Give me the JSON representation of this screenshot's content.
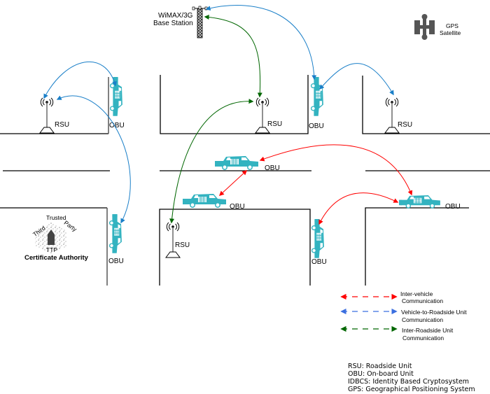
{
  "diagram": {
    "title": "VANET communication architecture",
    "base_station": {
      "line1": "WiMAX/3G",
      "line2": "Base Station"
    },
    "gps": {
      "line1": "GPS",
      "line2": "Satellite"
    },
    "ttp": {
      "arc_words": [
        "Third",
        "Trusted",
        "Party"
      ],
      "abbrev": "TTP",
      "caption": "Certificate Authority"
    },
    "rsu_label": "RSU",
    "obu_label": "OBU",
    "rsus": [
      {
        "id": "rsu-top-left",
        "label": "RSU"
      },
      {
        "id": "rsu-top-center",
        "label": "RSU"
      },
      {
        "id": "rsu-top-right",
        "label": "RSU"
      },
      {
        "id": "rsu-bottom-center",
        "label": "RSU"
      }
    ],
    "vehicles": [
      {
        "id": "obu-top-left-vertical",
        "label": "OBU",
        "orientation": "vertical"
      },
      {
        "id": "obu-top-center-vertical",
        "label": "OBU",
        "orientation": "vertical"
      },
      {
        "id": "obu-road-upper",
        "label": "OBU",
        "orientation": "horizontal"
      },
      {
        "id": "obu-road-lower",
        "label": "OBU",
        "orientation": "horizontal"
      },
      {
        "id": "obu-road-right",
        "label": "OBU",
        "orientation": "horizontal"
      },
      {
        "id": "obu-bottom-left-vertical",
        "label": "OBU",
        "orientation": "vertical"
      },
      {
        "id": "obu-bottom-center-vertical",
        "label": "OBU",
        "orientation": "vertical"
      }
    ],
    "links": [
      {
        "type": "v2r",
        "from": "obu-top-left-vertical",
        "to": "rsu-top-left"
      },
      {
        "type": "v2r",
        "from": "obu-bottom-left-vertical",
        "to": "rsu-top-left"
      },
      {
        "type": "v2r",
        "from": "obu-top-center-vertical",
        "to": "base-station"
      },
      {
        "type": "v2r",
        "from": "obu-top-center-vertical",
        "to": "rsu-top-right"
      },
      {
        "type": "r2r",
        "from": "rsu-top-center",
        "to": "base-station"
      },
      {
        "type": "r2r",
        "from": "rsu-bottom-center",
        "to": "rsu-top-center"
      },
      {
        "type": "v2v",
        "from": "obu-road-upper",
        "to": "obu-road-lower"
      },
      {
        "type": "v2v",
        "from": "obu-road-upper",
        "to": "obu-road-right"
      },
      {
        "type": "v2v",
        "from": "obu-road-right",
        "to": "obu-bottom-center-vertical"
      }
    ],
    "colors": {
      "v2v": "#ff0000",
      "v2r": "#1a7fc8",
      "v2r_legend": "#3b6fe0",
      "r2r": "#006600",
      "vehicle": "#33b3c0",
      "road": "#000000"
    }
  },
  "legend": {
    "items": [
      {
        "key": "v2v",
        "line1": "Inter-vehicle",
        "line2": "Communication"
      },
      {
        "key": "v2r",
        "line1": "Vehicle-to-Roadside Unit",
        "line2": "Communication"
      },
      {
        "key": "r2r",
        "line1": "Inter-Roadside Unit",
        "line2": "Communication"
      }
    ]
  },
  "abbreviations": [
    "RSU: Roadside Unit",
    "OBU: On-board Unit",
    "IDBCS: Identity Based Cryptosystem",
    "GPS: Geographical Positioning System"
  ]
}
